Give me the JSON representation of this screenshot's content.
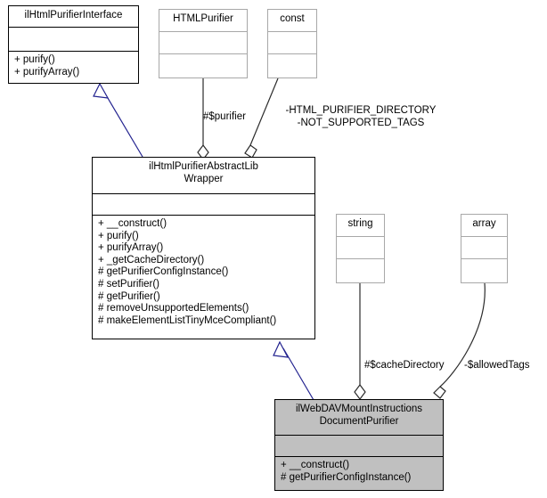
{
  "diagram": {
    "type": "uml-class-diagram",
    "title": "ilWebDAVMountInstructionsDocumentPurifier class hierarchy",
    "colors": {
      "background": "#ffffff",
      "focus_fill": "#c0c0c0",
      "inheritance_arrow": "#22228f",
      "strong_border": "#000000",
      "light_border": "#a8a8a8"
    }
  },
  "nodes": [
    {
      "id": "interface",
      "name": "ilHtmlPurifierInterface",
      "attributes": [],
      "operations": [
        "+ purify()",
        "+ purifyArray()"
      ],
      "style": "strong"
    },
    {
      "id": "htmlpurifier",
      "name": "HTMLPurifier",
      "attributes": [],
      "operations": [],
      "style": "light"
    },
    {
      "id": "const",
      "name": "const",
      "attributes": [],
      "operations": [],
      "style": "light"
    },
    {
      "id": "abstractwrapper",
      "name": "ilHtmlPurifierAbstractLib\nWrapper",
      "attributes": [],
      "operations": [
        "+ __construct()",
        "+ purify()",
        "+ purifyArray()",
        "+ _getCacheDirectory()",
        "# getPurifierConfigInstance()",
        "# setPurifier()",
        "# getPurifier()",
        "# removeUnsupportedElements()",
        "# makeElementListTinyMceCompliant()"
      ],
      "style": "strong"
    },
    {
      "id": "string",
      "name": "string",
      "attributes": [],
      "operations": [],
      "style": "light"
    },
    {
      "id": "array",
      "name": "array",
      "attributes": [],
      "operations": [],
      "style": "light"
    },
    {
      "id": "focusclass",
      "name": "ilWebDAVMountInstructions\nDocumentPurifier",
      "attributes": [],
      "operations": [
        "+ __construct()",
        "# getPurifierConfigInstance()"
      ],
      "style": "focus"
    }
  ],
  "edges": [
    {
      "id": "e-inherit-abstract-interface",
      "from": "abstractwrapper",
      "to": "interface",
      "kind": "inheritance",
      "label": ""
    },
    {
      "id": "e-agg-htmlpurifier",
      "from": "htmlpurifier",
      "to": "abstractwrapper",
      "kind": "aggregation",
      "label": "#$purifier"
    },
    {
      "id": "e-agg-const",
      "from": "const",
      "to": "abstractwrapper",
      "kind": "aggregation",
      "label": "-HTML_PURIFIER_DIRECTORY\n-NOT_SUPPORTED_TAGS"
    },
    {
      "id": "e-inherit-focus-abstract",
      "from": "focusclass",
      "to": "abstractwrapper",
      "kind": "inheritance",
      "label": ""
    },
    {
      "id": "e-agg-string",
      "from": "string",
      "to": "focusclass",
      "kind": "aggregation",
      "label": "#$cacheDirectory"
    },
    {
      "id": "e-agg-array",
      "from": "array",
      "to": "focusclass",
      "kind": "aggregation",
      "label": "-$allowedTags"
    }
  ]
}
